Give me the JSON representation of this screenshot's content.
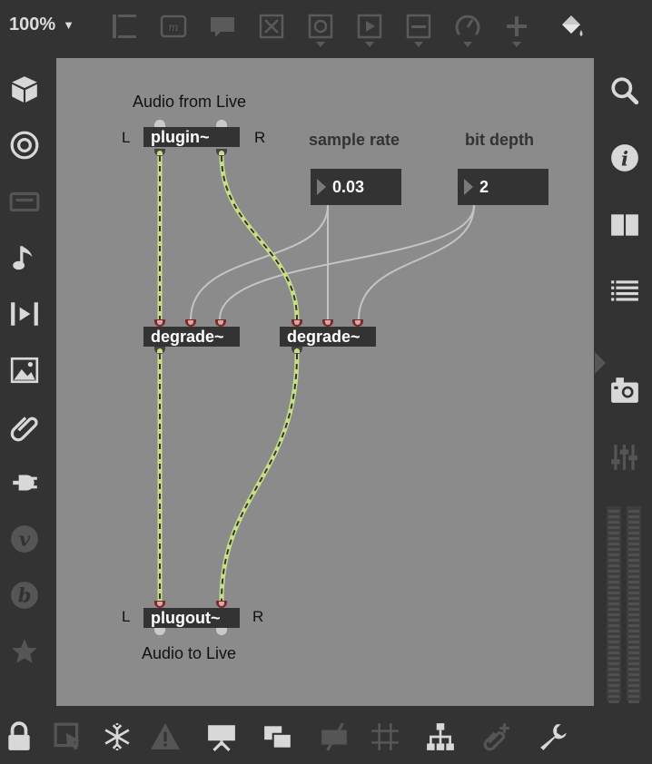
{
  "toolbar": {
    "zoom": "100%",
    "icons": [
      "presentation-mode-icon",
      "message-icon",
      "comment-icon",
      "toggle-icon",
      "button-icon",
      "play-icon",
      "slider-icon",
      "dial-icon",
      "plus-icon",
      "paint-bucket-icon"
    ]
  },
  "left_sidebar": {
    "icons": [
      "package-icon",
      "target-icon",
      "device-icon",
      "music-note-icon",
      "media-icon",
      "image-icon",
      "paperclip-icon",
      "plug-icon",
      "v-icon",
      "b-icon",
      "star-icon"
    ]
  },
  "right_sidebar": {
    "icons": [
      "search-icon",
      "info-icon",
      "book-icon",
      "list-icon",
      "camera-icon",
      "mixer-icon"
    ]
  },
  "patch": {
    "comment_top": "Audio from Live",
    "comment_bottom": "Audio to Live",
    "sample_rate_label": "sample rate",
    "bit_depth_label": "bit depth",
    "sample_rate_value": "0.03",
    "bit_depth_value": "2",
    "plugin": "plugin~",
    "plugout": "plugout~",
    "degrade_left": "degrade~",
    "degrade_right": "degrade~",
    "l_top": "L",
    "r_top": "R",
    "l_bottom": "L",
    "r_bottom": "R"
  },
  "bottom_toolbar": {
    "icons": [
      "lock-icon",
      "select-icon",
      "freeze-icon",
      "warning-icon",
      "presentation-icon",
      "windows-icon",
      "no-device-icon",
      "grid-icon",
      "hierarchy-icon",
      "add-attachment-icon",
      "wrench-icon"
    ]
  },
  "colors": {
    "background": "#333333",
    "canvas": "#8b8b8b",
    "signal_cord": "#c8de86",
    "control_cord": "#bdbdbd"
  }
}
